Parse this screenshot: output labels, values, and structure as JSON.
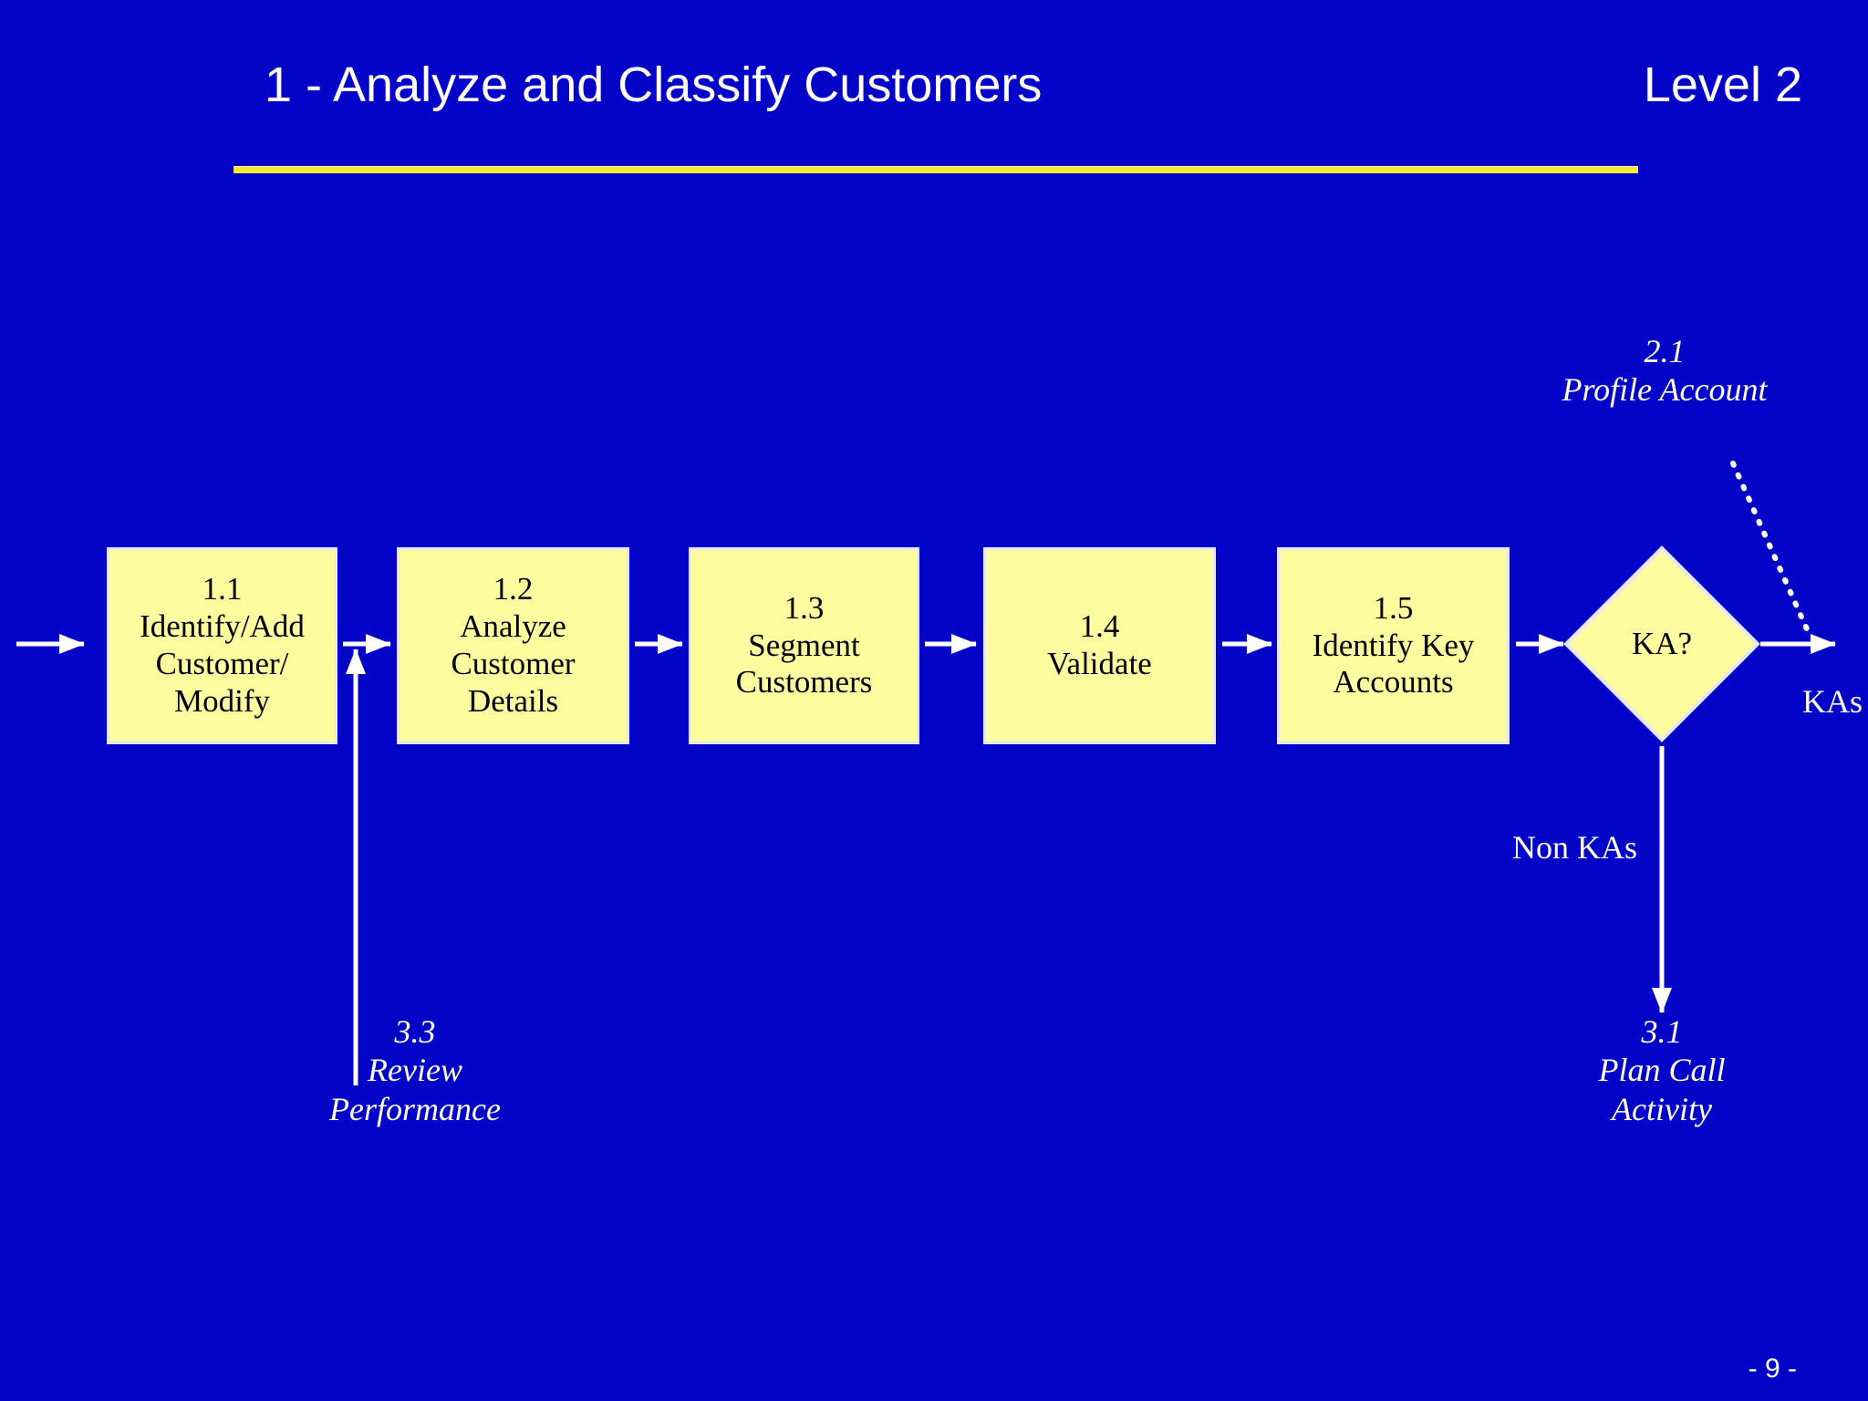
{
  "slide": {
    "background_color": "#0404c8",
    "accent_rule_color": "#f2ea34",
    "box_fill_color": "#fffb9f",
    "text_color": "#ffffff",
    "page_number": "- 9 -"
  },
  "header": {
    "title": "1 - Analyze and Classify Customers",
    "level": "Level 2"
  },
  "flow": {
    "boxes": [
      {
        "id": "1.1",
        "number": "1.1",
        "lines": [
          "1.1",
          "Identify/Add",
          "Customer/",
          "Modify"
        ]
      },
      {
        "id": "1.2",
        "number": "1.2",
        "lines": [
          "1.2",
          "Analyze",
          "Customer",
          "Details"
        ]
      },
      {
        "id": "1.3",
        "number": "1.3",
        "lines": [
          "1.3",
          "Segment",
          "Customers"
        ]
      },
      {
        "id": "1.4",
        "number": "1.4",
        "lines": [
          "1.4",
          "Validate"
        ]
      },
      {
        "id": "1.5",
        "number": "1.5",
        "lines": [
          "1.5",
          "Identify Key",
          "Accounts"
        ]
      }
    ],
    "decision": {
      "label": "KA?"
    },
    "branch_labels": {
      "yes": "KAs",
      "no": "Non KAs"
    }
  },
  "annotations": {
    "profile_account": {
      "lines": [
        "2.1",
        "Profile Account"
      ]
    },
    "review_performance": {
      "lines": [
        "3.3",
        "Review",
        "Performance"
      ]
    },
    "plan_call_activity": {
      "lines": [
        "3.1",
        "Plan Call",
        "Activity"
      ]
    }
  }
}
